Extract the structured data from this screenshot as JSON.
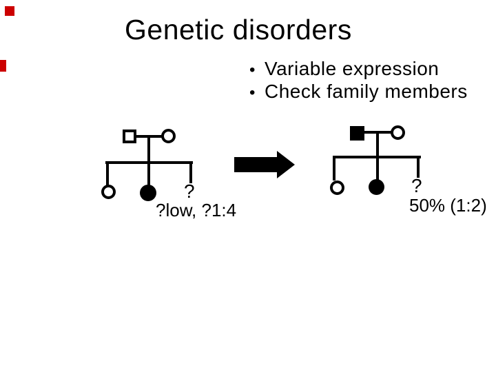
{
  "slide_title": "Genetic disorders",
  "bullets": {
    "marker": "•",
    "items": [
      "Variable expression",
      "Check family members"
    ]
  },
  "left_pedigree": {
    "unknown_mark": "?",
    "caption": "?low, ?1:4"
  },
  "right_pedigree": {
    "unknown_mark": "?",
    "caption": "50% (1:2)"
  },
  "colors": {
    "background": "#ffffff",
    "diagram": "#000000",
    "text": "#000000",
    "accent_red": "#cc0000"
  }
}
